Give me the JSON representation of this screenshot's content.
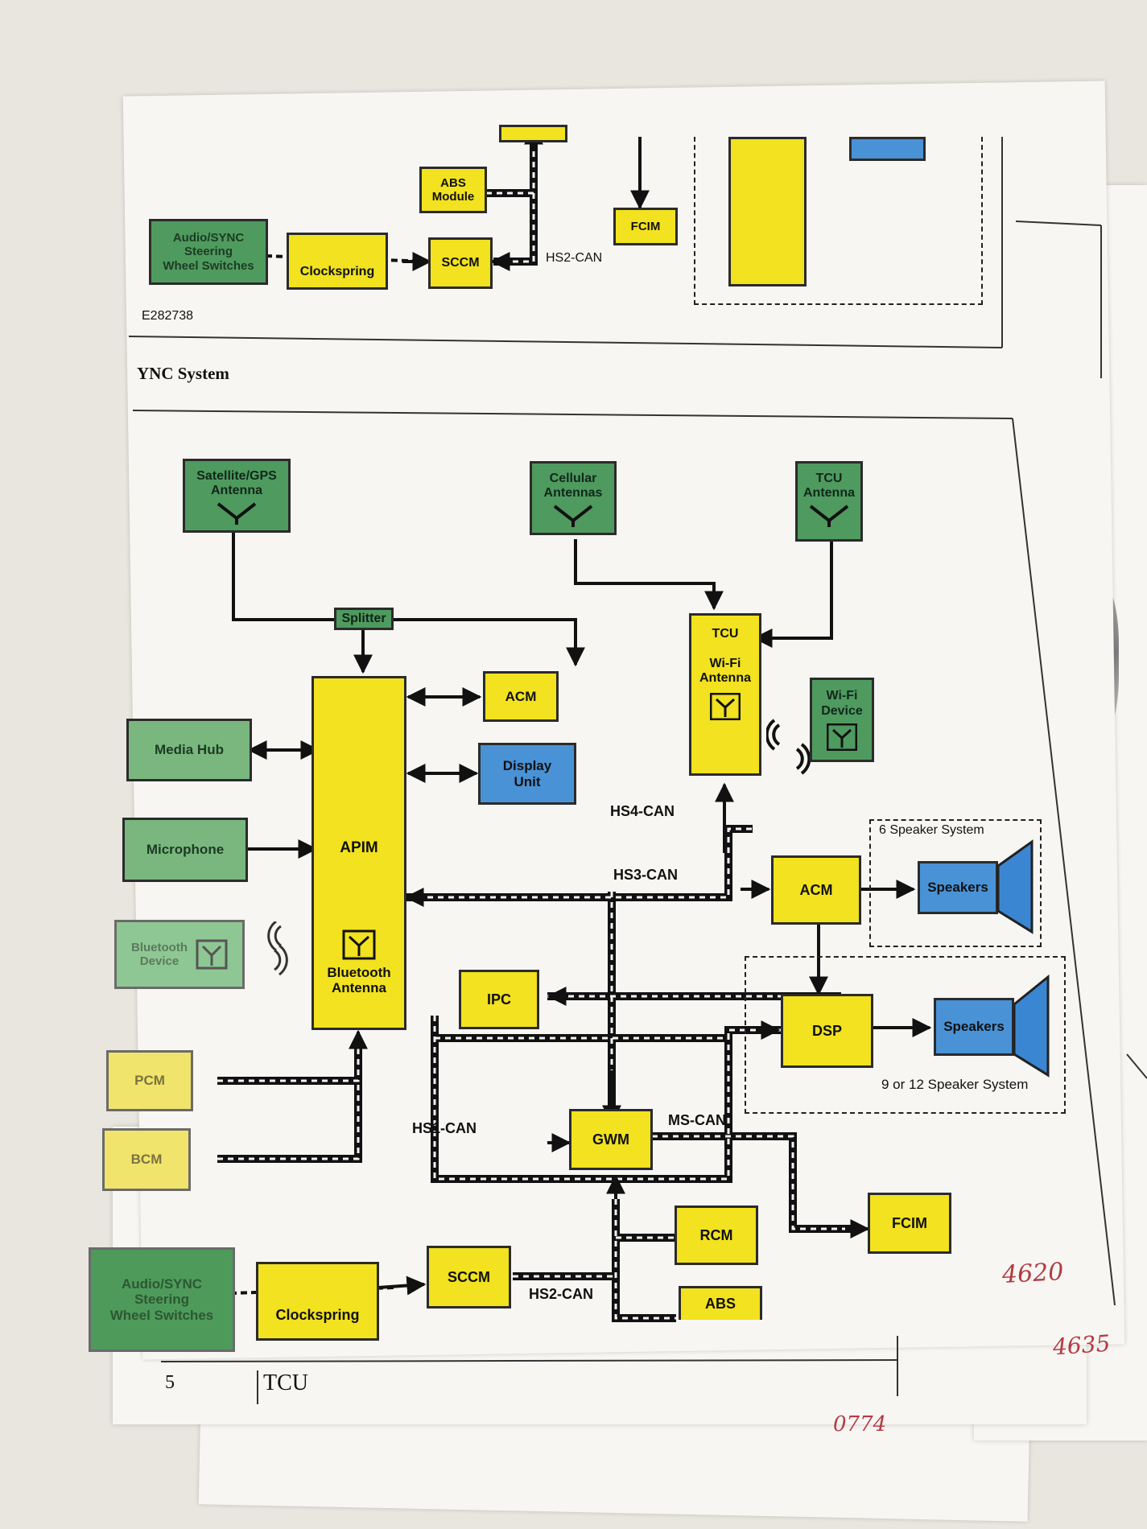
{
  "top_section": {
    "figure_code": "E282738",
    "blocks": {
      "abs_module": "ABS\nModule",
      "audio_sync_switches": "Audio/SYNC\nSteering\nWheel Switches",
      "clockspring": "Clockspring",
      "sccm": "SCCM",
      "fcim": "FCIM"
    },
    "bus_labels": {
      "hs2_can": "HS2-CAN"
    }
  },
  "section_title": "YNC System",
  "ync": {
    "blocks": {
      "sat_gps_antenna": "Satellite/GPS\nAntenna",
      "cellular_antennas": "Cellular\nAntennas",
      "tcu_antenna": "TCU\nAntenna",
      "splitter": "Splitter",
      "acm_top": "ACM",
      "tcu": "TCU\n\nWi-Fi\nAntenna",
      "wifi_device": "Wi-Fi\nDevice",
      "media_hub": "Media Hub",
      "display_unit": "Display\nUnit",
      "microphone": "Microphone",
      "apim_title": "APIM",
      "apim_bt": "Bluetooth\nAntenna",
      "bluetooth_device": "Bluetooth\nDevice",
      "acm_right": "ACM",
      "speakers_6": "Speakers",
      "ipc": "IPC",
      "dsp": "DSP",
      "speakers_9": "Speakers",
      "pcm": "PCM",
      "bcm": "BCM",
      "gwm": "GWM",
      "rcm": "RCM",
      "fcim": "FCIM",
      "audio_sync_switches": "Audio/SYNC\nSteering\nWheel Switches",
      "clockspring": "Clockspring",
      "sccm": "SCCM",
      "abs": "ABS"
    },
    "bus_labels": {
      "hs4_can": "HS4-CAN",
      "hs3_can": "HS3-CAN",
      "hs1_can": "HS1-CAN",
      "ms_can": "MS-CAN",
      "hs2_can": "HS2-CAN"
    },
    "zones": {
      "six_speaker": "6 Speaker System",
      "nine_twelve_speaker": "9 or 12 Speaker System"
    }
  },
  "handwritten": {
    "page_a": "4620",
    "page_b": "4635",
    "page_c": "0774"
  },
  "footer": {
    "page_number": "5",
    "section": "TCU"
  },
  "colors": {
    "module_yellow": "#f2e21f",
    "input_green": "#4f9a5f",
    "output_blue": "#4a92d6",
    "paper": "#f7f6f3"
  }
}
